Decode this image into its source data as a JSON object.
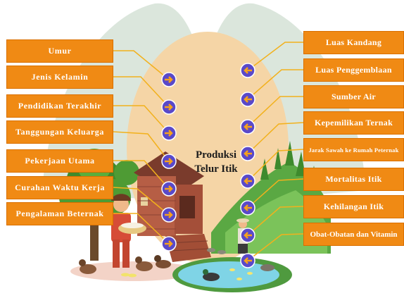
{
  "center_title": "Produksi Telur Itik",
  "left_factors": [
    "Umur",
    "Jenis Kelamin",
    "Pendidikan Terakhir",
    "Tanggungan Keluarga",
    "Pekerjaan Utama",
    "Curahan Waktu Kerja",
    "Pengalaman Beternak"
  ],
  "right_factors": [
    "Luas Kandang",
    "Luas Penggemblaan",
    "Sumber Air",
    "Kepemilikan Ternak",
    "Jarak Sawah ke Rumah Peternak",
    "Mortalitas Itik",
    "Kehilangan Itik",
    "Obat-Obatan dan Vitamin"
  ],
  "colors": {
    "box": "#f08a14",
    "box_text": "#ffffff",
    "egg": "#f5d5a6",
    "hill": "#dce7dc",
    "connector": "#f2b11c",
    "marker": "#5a49c9",
    "marker_arrow": "#f7a21b"
  }
}
